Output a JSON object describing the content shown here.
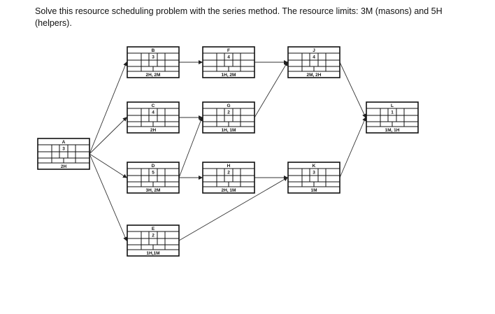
{
  "problem": {
    "text": "Solve this resource scheduling problem with the series method. The resource limits: 3M (masons) and 5H (helpers)."
  },
  "activities": [
    {
      "id": "A",
      "duration": "3",
      "resources": "2H"
    },
    {
      "id": "B",
      "duration": "3",
      "resources": "2H, 2M"
    },
    {
      "id": "C",
      "duration": "4",
      "resources": "2H"
    },
    {
      "id": "D",
      "duration": "5",
      "resources": "3H, 2M"
    },
    {
      "id": "E",
      "duration": "2",
      "resources": "1H,1M"
    },
    {
      "id": "F",
      "duration": "4",
      "resources": "1H, 2M"
    },
    {
      "id": "G",
      "duration": "2",
      "resources": "1H, 1M"
    },
    {
      "id": "H",
      "duration": "2",
      "resources": "2H, 1M"
    },
    {
      "id": "J",
      "duration": "4",
      "resources": "2M, 2H"
    },
    {
      "id": "K",
      "duration": "3",
      "resources": "1M"
    },
    {
      "id": "L",
      "duration": "1",
      "resources": "1M, 1H"
    }
  ],
  "dependencies": [
    [
      "A",
      "B"
    ],
    [
      "A",
      "C"
    ],
    [
      "A",
      "D"
    ],
    [
      "A",
      "E"
    ],
    [
      "B",
      "F"
    ],
    [
      "C",
      "G"
    ],
    [
      "D",
      "G"
    ],
    [
      "D",
      "H"
    ],
    [
      "F",
      "J"
    ],
    [
      "G",
      "J"
    ],
    [
      "E",
      "K"
    ],
    [
      "H",
      "K"
    ],
    [
      "J",
      "L"
    ],
    [
      "K",
      "L"
    ]
  ]
}
